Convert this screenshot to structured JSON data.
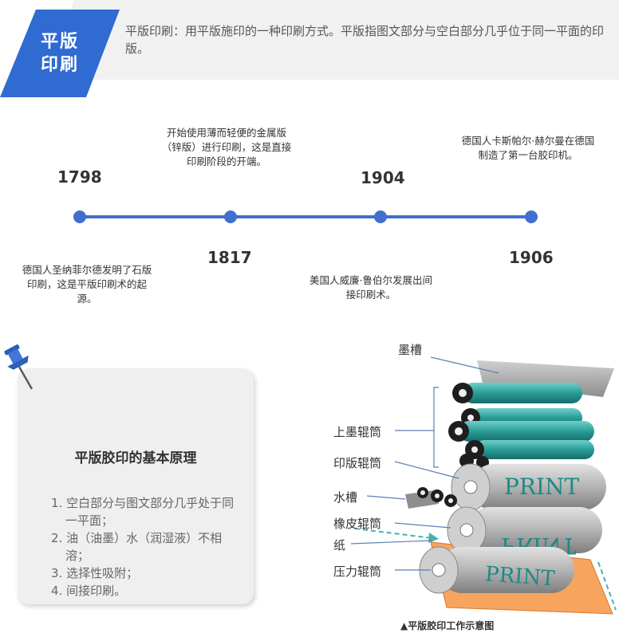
{
  "header": {
    "badge_line1": "平版",
    "badge_line2": "印刷",
    "description": "平版印刷：用平版施印的一种印刷方式。平版指图文部分与空白部分几乎位于同一平面的印版。"
  },
  "timeline": [
    {
      "year": "1798",
      "text": "德国人圣纳菲尔德发明了石版印刷，这是平版印刷术的起源。"
    },
    {
      "year": "1817",
      "text": "开始使用薄而轻便的金属版（锌版）进行印刷，这是直接印刷阶段的开端。"
    },
    {
      "year": "1904",
      "text": "美国人威廉·鲁伯尔发展出间接印刷术。"
    },
    {
      "year": "1906",
      "text": "德国人卡斯帕尔·赫尔曼在德国制造了第一台胶印机。"
    }
  ],
  "principle": {
    "title": "平版胶印的基本原理",
    "items": [
      "1. 空白部分与图文部分几乎处于同一平面；",
      "2. 油（油墨）水（润湿液）不相溶；",
      "3. 选择性吸附；",
      "4. 间接印刷。"
    ]
  },
  "diagram": {
    "labels": {
      "ink_trough": "墨槽",
      "inking_rollers": "上墨辊筒",
      "plate_cylinder": "印版辊筒",
      "water_trough": "水槽",
      "blanket_cylinder": "橡皮辊筒",
      "paper": "纸",
      "impression_cylinder": "压力辊筒"
    },
    "plate_print": "PRINT",
    "blanket_print": "PRINT",
    "paper_print": "PRINT",
    "caption": "▲平版胶印工作示意图"
  },
  "icons": {
    "pin": "pushpin-icon"
  },
  "colors": {
    "accent": "#2f6bd0",
    "timeline": "#3f6fcf",
    "roller_teal": "#2a9c98",
    "cylinder_gray": "#b4b4b4",
    "paper_orange": "#f7a45e",
    "print_text": "#1e8a86"
  }
}
